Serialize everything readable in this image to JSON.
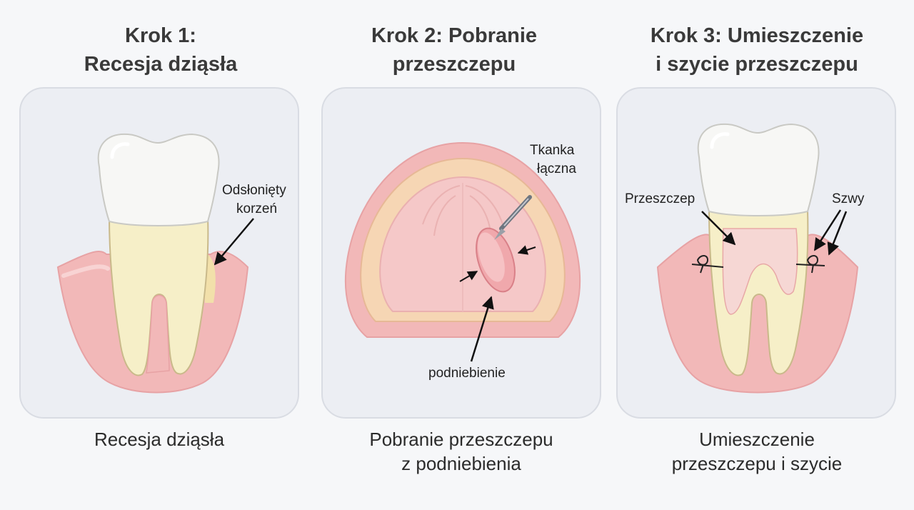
{
  "steps": [
    {
      "title_line1": "Krok 1:",
      "title_line2": "Recesja dziąsła",
      "caption_line1": "Recesja dziąsła",
      "caption_line2": "",
      "labels": {
        "exposed_root_1": "Odsłonięty",
        "exposed_root_2": "korzeń"
      }
    },
    {
      "title_line1": "Krok 2: Pobranie",
      "title_line2": "przeszczepu",
      "caption_line1": "Pobranie przeszczepu",
      "caption_line2": "z podniebienia",
      "labels": {
        "tissue_1": "Tkanka",
        "tissue_2": "łączna",
        "palate": "podniebienie"
      }
    },
    {
      "title_line1": "Krok 3: Umieszczenie",
      "title_line2": "i szycie przeszczepu",
      "caption_line1": "Umieszczenie",
      "caption_line2": "przeszczepu i szycie",
      "labels": {
        "graft": "Przeszczep",
        "sutures": "Szwy"
      }
    }
  ],
  "colors": {
    "gum": "#f2b8b8",
    "gum_dark": "#e79a9c",
    "root": "#f6efc8",
    "enamel": "#f7f7f5",
    "graft": "#f6d6d6",
    "panel_bg": "#eceef3"
  }
}
